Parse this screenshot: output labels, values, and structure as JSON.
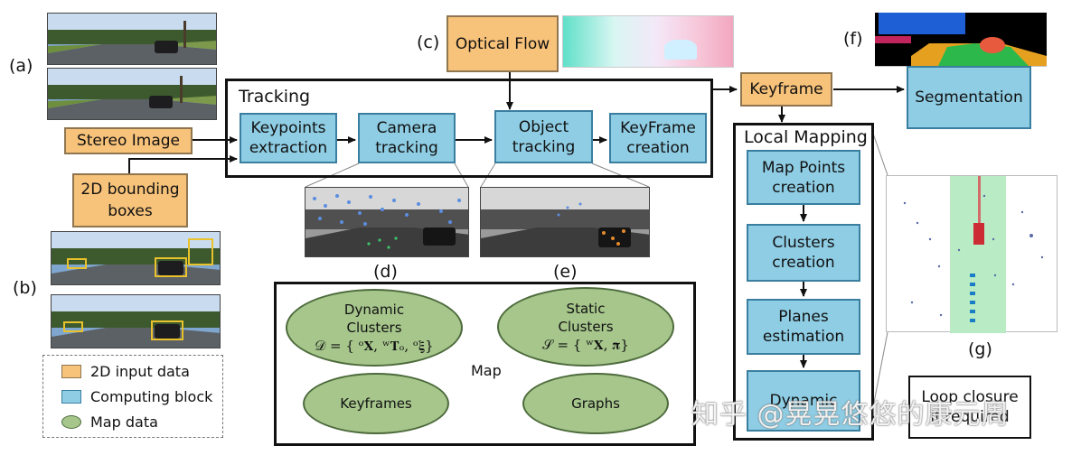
{
  "inputs": {
    "optical_flow": "Optical Flow",
    "stereo_image": "Stereo Image",
    "bounding_boxes": "2D bounding\nboxes",
    "keyframe": "Keyframe"
  },
  "labels": {
    "a": "(a)",
    "b": "(b)",
    "c": "(c)",
    "d": "(d)",
    "e": "(e)",
    "f": "(f)",
    "g": "(g)"
  },
  "tracking": {
    "title": "Tracking",
    "blocks": [
      "Keypoints\nextraction",
      "Camera\ntracking",
      "Object\ntracking",
      "KeyFrame\ncreation"
    ]
  },
  "segmentation": "Segmentation",
  "local_mapping": {
    "title": "Local Mapping",
    "blocks": [
      "Map Points\ncreation",
      "Clusters\ncreation",
      "Planes\nestimation",
      "Dynamic"
    ]
  },
  "map": {
    "label": "Map",
    "dynamic": {
      "name": "Dynamic\nClusters",
      "formula": "𝒟 = { ᵒ𝐗, ʷ𝐓ₒ, ᵒ𝛏}"
    },
    "static": {
      "name": "Static\nClusters",
      "formula": "𝒮 = { ʷ𝐗, 𝛑}"
    },
    "keyframes": "Keyframes",
    "graphs": "Graphs"
  },
  "loop_closure": "Loop closure\nif required",
  "legend": [
    {
      "label": "2D input data",
      "color": "#f7c27a"
    },
    {
      "label": "Computing block",
      "color": "#8ecde4"
    },
    {
      "label": "Map data",
      "color": "#a6c68c"
    }
  ],
  "watermark": "知乎 @晃晃悠悠的康元周"
}
